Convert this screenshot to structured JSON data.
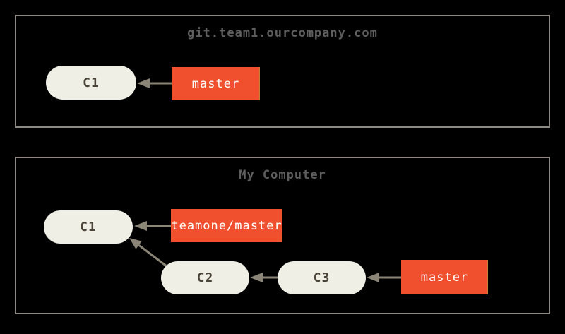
{
  "colors": {
    "background": "#000000",
    "box_border": "#8e8882",
    "node_fill": "#f0efe6",
    "node_text": "#4a4439",
    "branch_fill": "#f0502e",
    "branch_text": "#ffffff",
    "arrow": "#8b8577",
    "title_text": "#5e5e5e"
  },
  "remote": {
    "title": "git.team1.ourcompany.com",
    "commits": [
      {
        "label": "C1"
      }
    ],
    "branches": [
      {
        "label": "master"
      }
    ]
  },
  "local": {
    "title": "My Computer",
    "commits": [
      {
        "label": "C1"
      },
      {
        "label": "C2"
      },
      {
        "label": "C3"
      }
    ],
    "branches": [
      {
        "label": "teamone/master"
      },
      {
        "label": "master"
      }
    ]
  }
}
